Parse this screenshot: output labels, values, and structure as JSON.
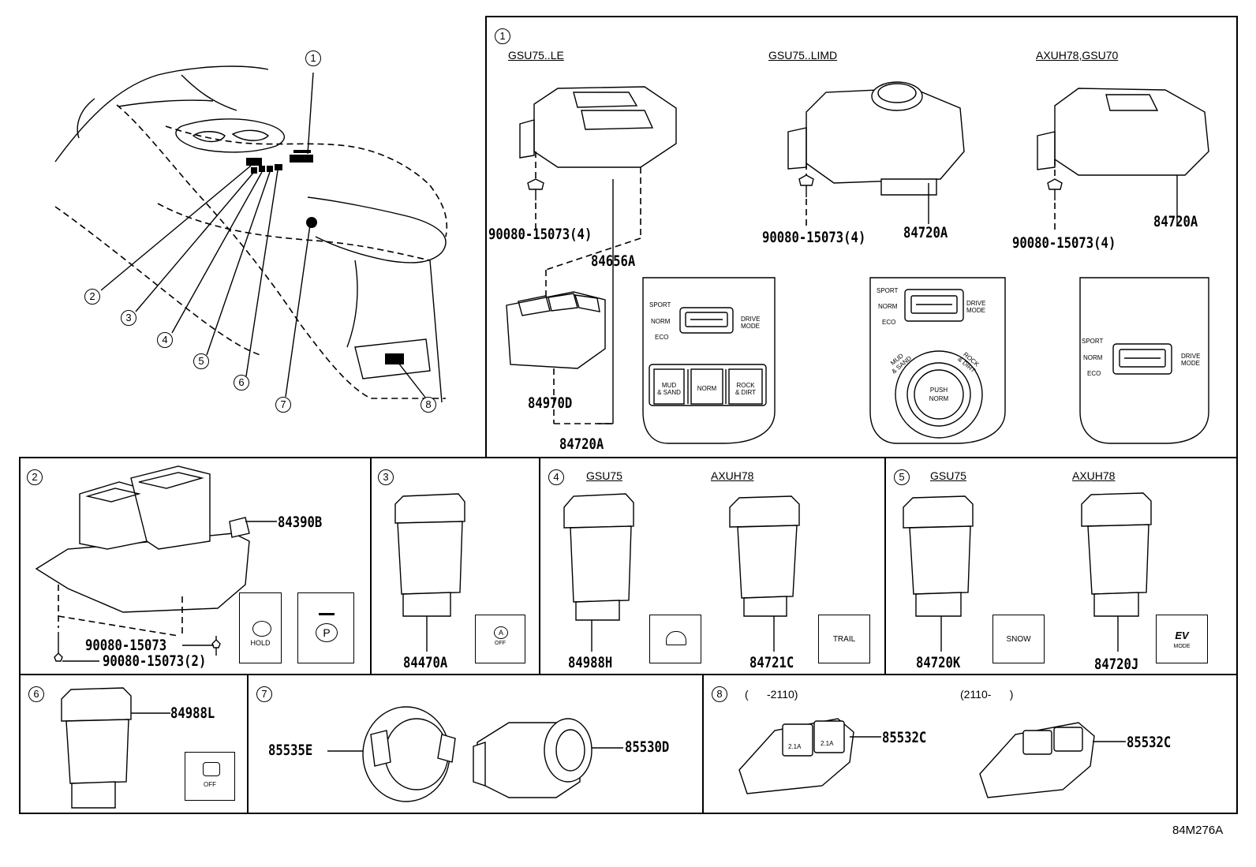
{
  "diagram_code": "84M276A",
  "overview": {
    "callouts": [
      "1",
      "2",
      "3",
      "4",
      "5",
      "6",
      "7",
      "8"
    ]
  },
  "panel1": {
    "num": "1",
    "variant_a": {
      "label": "GSU75..LE",
      "bolt": "90080-15073(4)",
      "part_top": "84656A",
      "part_switch": "84970D",
      "part_assy": "84720A",
      "sw_sport": "SPORT",
      "sw_norm": "NORM",
      "sw_eco": "ECO",
      "sw_drive": "DRIVE",
      "sw_mode": "MODE",
      "btn_mud": "MUD\n& SAND",
      "btn_norm": "NORM",
      "btn_rock": "ROCK\n& DIRT"
    },
    "variant_b": {
      "label": "GSU75..LIMD",
      "bolt": "90080-15073(4)",
      "part": "84720A",
      "sw_sport": "SPORT",
      "sw_norm": "NORM",
      "sw_eco": "ECO",
      "sw_drive": "DRIVE",
      "sw_mode": "MODE",
      "dial_mud": "MUD\n& SAND",
      "dial_rock": "ROCK\n& DIRT",
      "dial_push": "PUSH",
      "dial_norm": "NORM"
    },
    "variant_c": {
      "label": "AXUH78,GSU70",
      "bolt": "90080-15073(4)",
      "part": "84720A",
      "sw_sport": "SPORT",
      "sw_norm": "NORM",
      "sw_eco": "ECO",
      "sw_drive": "DRIVE",
      "sw_mode": "MODE"
    }
  },
  "panel2": {
    "num": "2",
    "part": "84390B",
    "bolt1": "90080-15073",
    "bolt2": "90080-15073(2)",
    "sw1_text": "HOLD"
  },
  "panel3": {
    "num": "3",
    "part": "84470A",
    "sw_text": "OFF"
  },
  "panel4": {
    "num": "4",
    "label_a": "GSU75",
    "label_b": "AXUH78",
    "part_a": "84988H",
    "part_b": "84721C",
    "sw_b_text": "TRAIL"
  },
  "panel5": {
    "num": "5",
    "label_a": "GSU75",
    "label_b": "AXUH78",
    "part_a": "84720K",
    "part_b": "84720J",
    "sw_a_text": "SNOW",
    "sw_b_text1": "EV",
    "sw_b_text2": "MODE"
  },
  "panel6": {
    "num": "6",
    "part": "84988L",
    "sw_text": "OFF"
  },
  "panel7": {
    "num": "7",
    "part_a": "85535E",
    "part_b": "85530D"
  },
  "panel8": {
    "num": "8",
    "label_a": "(      -2110)",
    "label_b": "(2110-      )",
    "part_a": "85532C",
    "part_b": "85532C",
    "usb_a": "2.1A",
    "usb_b": "2.1A"
  }
}
